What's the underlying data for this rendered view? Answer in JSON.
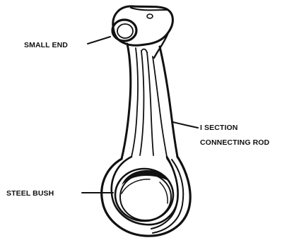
{
  "labels": {
    "small_end": "SMALL END",
    "i_section_line1": "I SECTION",
    "i_section_line2": "CONNECTING ROD",
    "steel_bush": "STEEL BUSH"
  },
  "colors": {
    "ink": "#111111",
    "background": "#ffffff"
  }
}
